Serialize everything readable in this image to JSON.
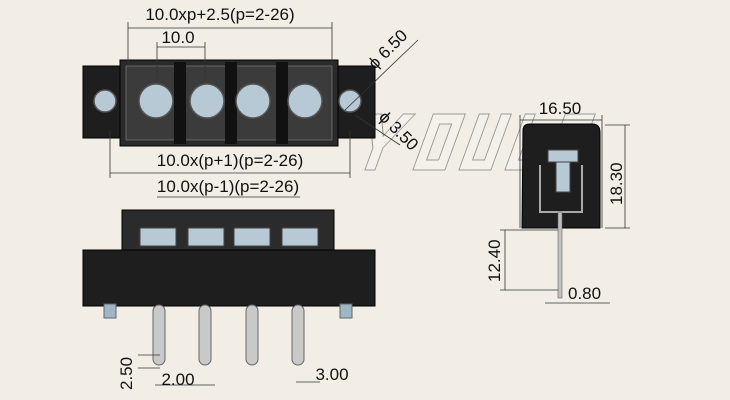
{
  "watermark": "YOULE",
  "top_view": {
    "overall_length": "10.0xp+2.5(p=2-26)",
    "pitch": "10.0",
    "mount_hole_dia": "ϕ 6.50",
    "screw_dia": "ϕ 3.50",
    "mount_spacing": "10.0x(p+1)(p=2-26)",
    "pin_span": "10.0x(p-1)(p=2-26)"
  },
  "front_view": {
    "pin_offset": "2.50",
    "pin_width": "2.00",
    "pin_hole_spacing": "3.00"
  },
  "side_view": {
    "width": "16.50",
    "height": "18.30",
    "pin_length": "12.40",
    "pin_thickness": "0.80"
  }
}
